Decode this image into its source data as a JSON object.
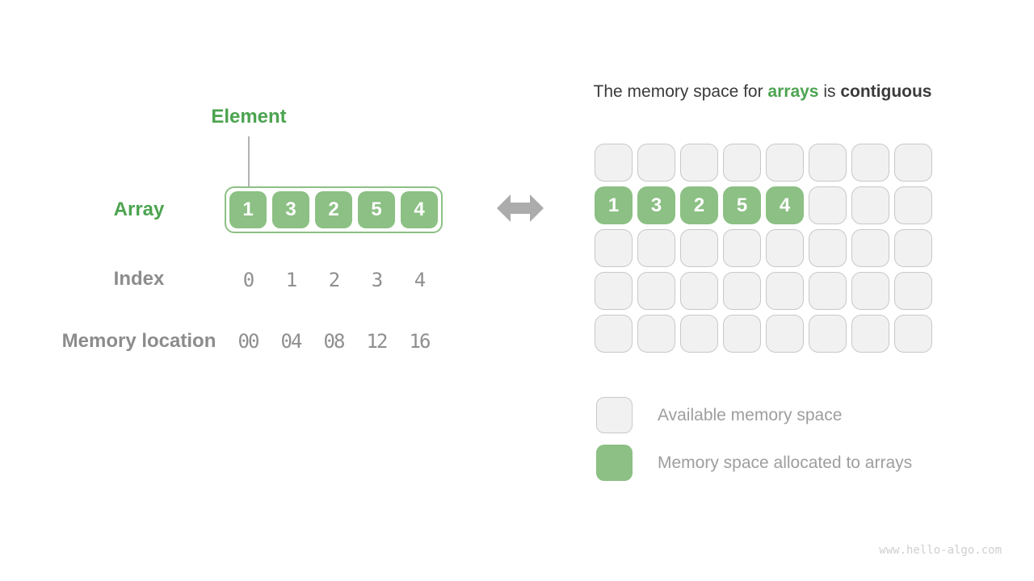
{
  "colors": {
    "cell_green": "#8CC084",
    "text_green": "#4CA450",
    "dark_text": "#3B3B3B",
    "gray_label": "#8C8C8C",
    "gray_cell_fill": "#F1F1F1",
    "gray_cell_border": "#C8C8C8",
    "arrow_gray": "#ACACAC",
    "legend_text": "#9E9E9E",
    "watermark_gray": "#CFCFCF"
  },
  "left_panel": {
    "element_label": "Element",
    "array_label": "Array",
    "array_values": [
      "1",
      "3",
      "2",
      "5",
      "4"
    ],
    "index_label": "Index",
    "index_values": [
      "0",
      "1",
      "2",
      "3",
      "4"
    ],
    "memory_label": "Memory location",
    "memory_values": [
      "00",
      "04",
      "08",
      "12",
      "16"
    ]
  },
  "arrow": {
    "name": "double-headed-arrow"
  },
  "right_panel": {
    "title": {
      "part1": "The memory space for ",
      "highlight": "arrays",
      "part2": " is ",
      "emphasis": "contiguous"
    },
    "grid": {
      "rows": 5,
      "cols": 8,
      "allocated_row": 1,
      "allocated_values": [
        "1",
        "3",
        "2",
        "5",
        "4"
      ]
    },
    "legend": [
      {
        "type": "available",
        "label": "Available memory space"
      },
      {
        "type": "allocated",
        "label": "Memory space allocated to arrays"
      }
    ]
  },
  "watermark": "www.hello-algo.com"
}
